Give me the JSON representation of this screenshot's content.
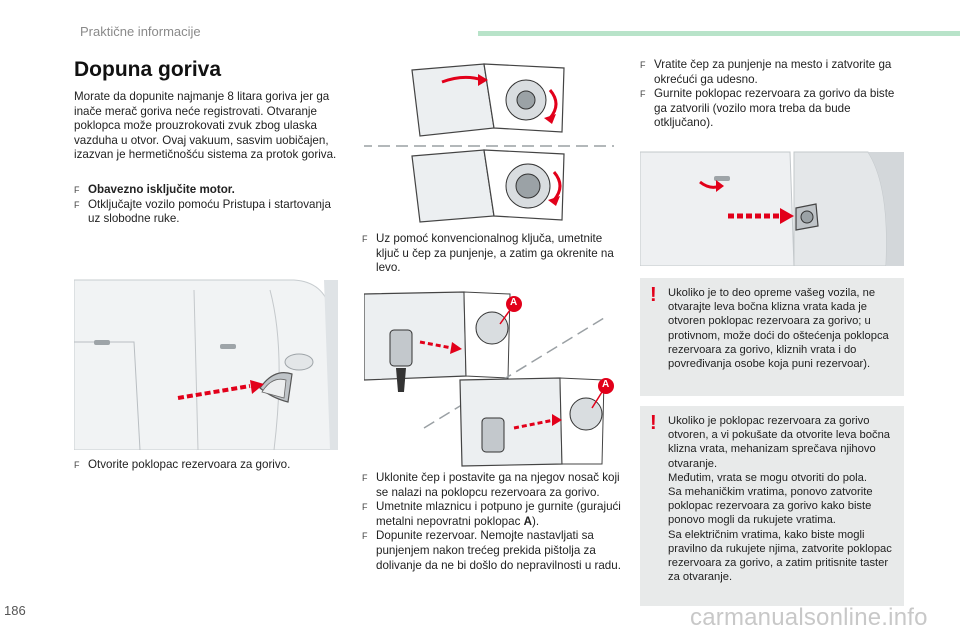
{
  "header": {
    "section_title": "Praktične informacije"
  },
  "page": {
    "title": "Dopuna goriva",
    "number": "186"
  },
  "intro": "Morate da dopunite najmanje 8 litara goriva jer ga inače merač goriva neće registrovati. Otvaranje poklopca može prouzrokovati zvuk zbog ulaska vazduha u otvor. Ovaj vakuum, sasvim uobičajen, izazvan je hermetičnošću sistema za protok goriva.",
  "bullet_symbol": "F",
  "steps_left": [
    {
      "text": "Obavezno isključite motor.",
      "bold": true
    },
    {
      "text": "Otključajte vozilo pomoću Pristupa i startovanja uz slobodne ruke.",
      "bold": false
    }
  ],
  "step_open_flap": "Otvorite poklopac rezervoara za gorivo.",
  "step_key": "Uz pomoć konvencionalnog ključa, umetnite ključ u čep za punjenje, a zatim ga okrenite na levo.",
  "steps_middle_bottom": [
    {
      "text": "Uklonite čep i postavite ga na njegov nosač koji se nalazi na poklopcu rezervoara za gorivo."
    },
    {
      "text_before": "Umetnite mlaznicu i potpuno je gurnite (gurajući metalni nepovratni poklopac ",
      "label": "A",
      "text_after": ")."
    },
    {
      "text": "Dopunite rezervoar. Nemojte nastavljati sa punjenjem nakon trećeg prekida pištolja za dolivanje da ne bi došlo do nepravilnosti u radu."
    }
  ],
  "steps_right": [
    {
      "text": "Vratite čep za punjenje na mesto i zatvorite ga okrećući ga udesno."
    },
    {
      "text": "Gurnite poklopac rezervoara za gorivo da biste ga zatvorili (vozilo mora treba da bude otključano)."
    }
  ],
  "warnings": [
    {
      "icon": "!",
      "text": "Ukoliko je to deo opreme vašeg vozila, ne otvarajte leva bočna klizna vrata kada je otvoren poklopac rezervoara za gorivo; u protivnom, može doći do oštećenja poklopca rezervoara za gorivo, kliznih vrata i do povređivanja osobe koja puni rezervoar)."
    },
    {
      "icon": "!",
      "text": "Ukoliko je poklopac rezervoara za gorivo otvoren, a vi pokušate da otvorite leva bočna klizna vrata, mehanizam sprečava njihovo otvaranje.\nMeđutim, vrata se mogu otvoriti do pola.\nSa mehaničkim vratima, ponovo zatvorite poklopac rezervoara za gorivo kako biste ponovo mogli da rukujete vratima.\nSa električnim vratima, kako biste mogli pravilno da rukujete njima, zatvorite poklopac rezervoara za gorivo, a zatim pritisnite taster za otvaranje."
    }
  ],
  "callout_label": "A",
  "watermark": "carmanualsonline.info",
  "colors": {
    "accent_green": "#b8e3c9",
    "warning_red": "#e2001a",
    "arrow_red": "#e2001a",
    "warning_bg": "#e8eaea"
  }
}
